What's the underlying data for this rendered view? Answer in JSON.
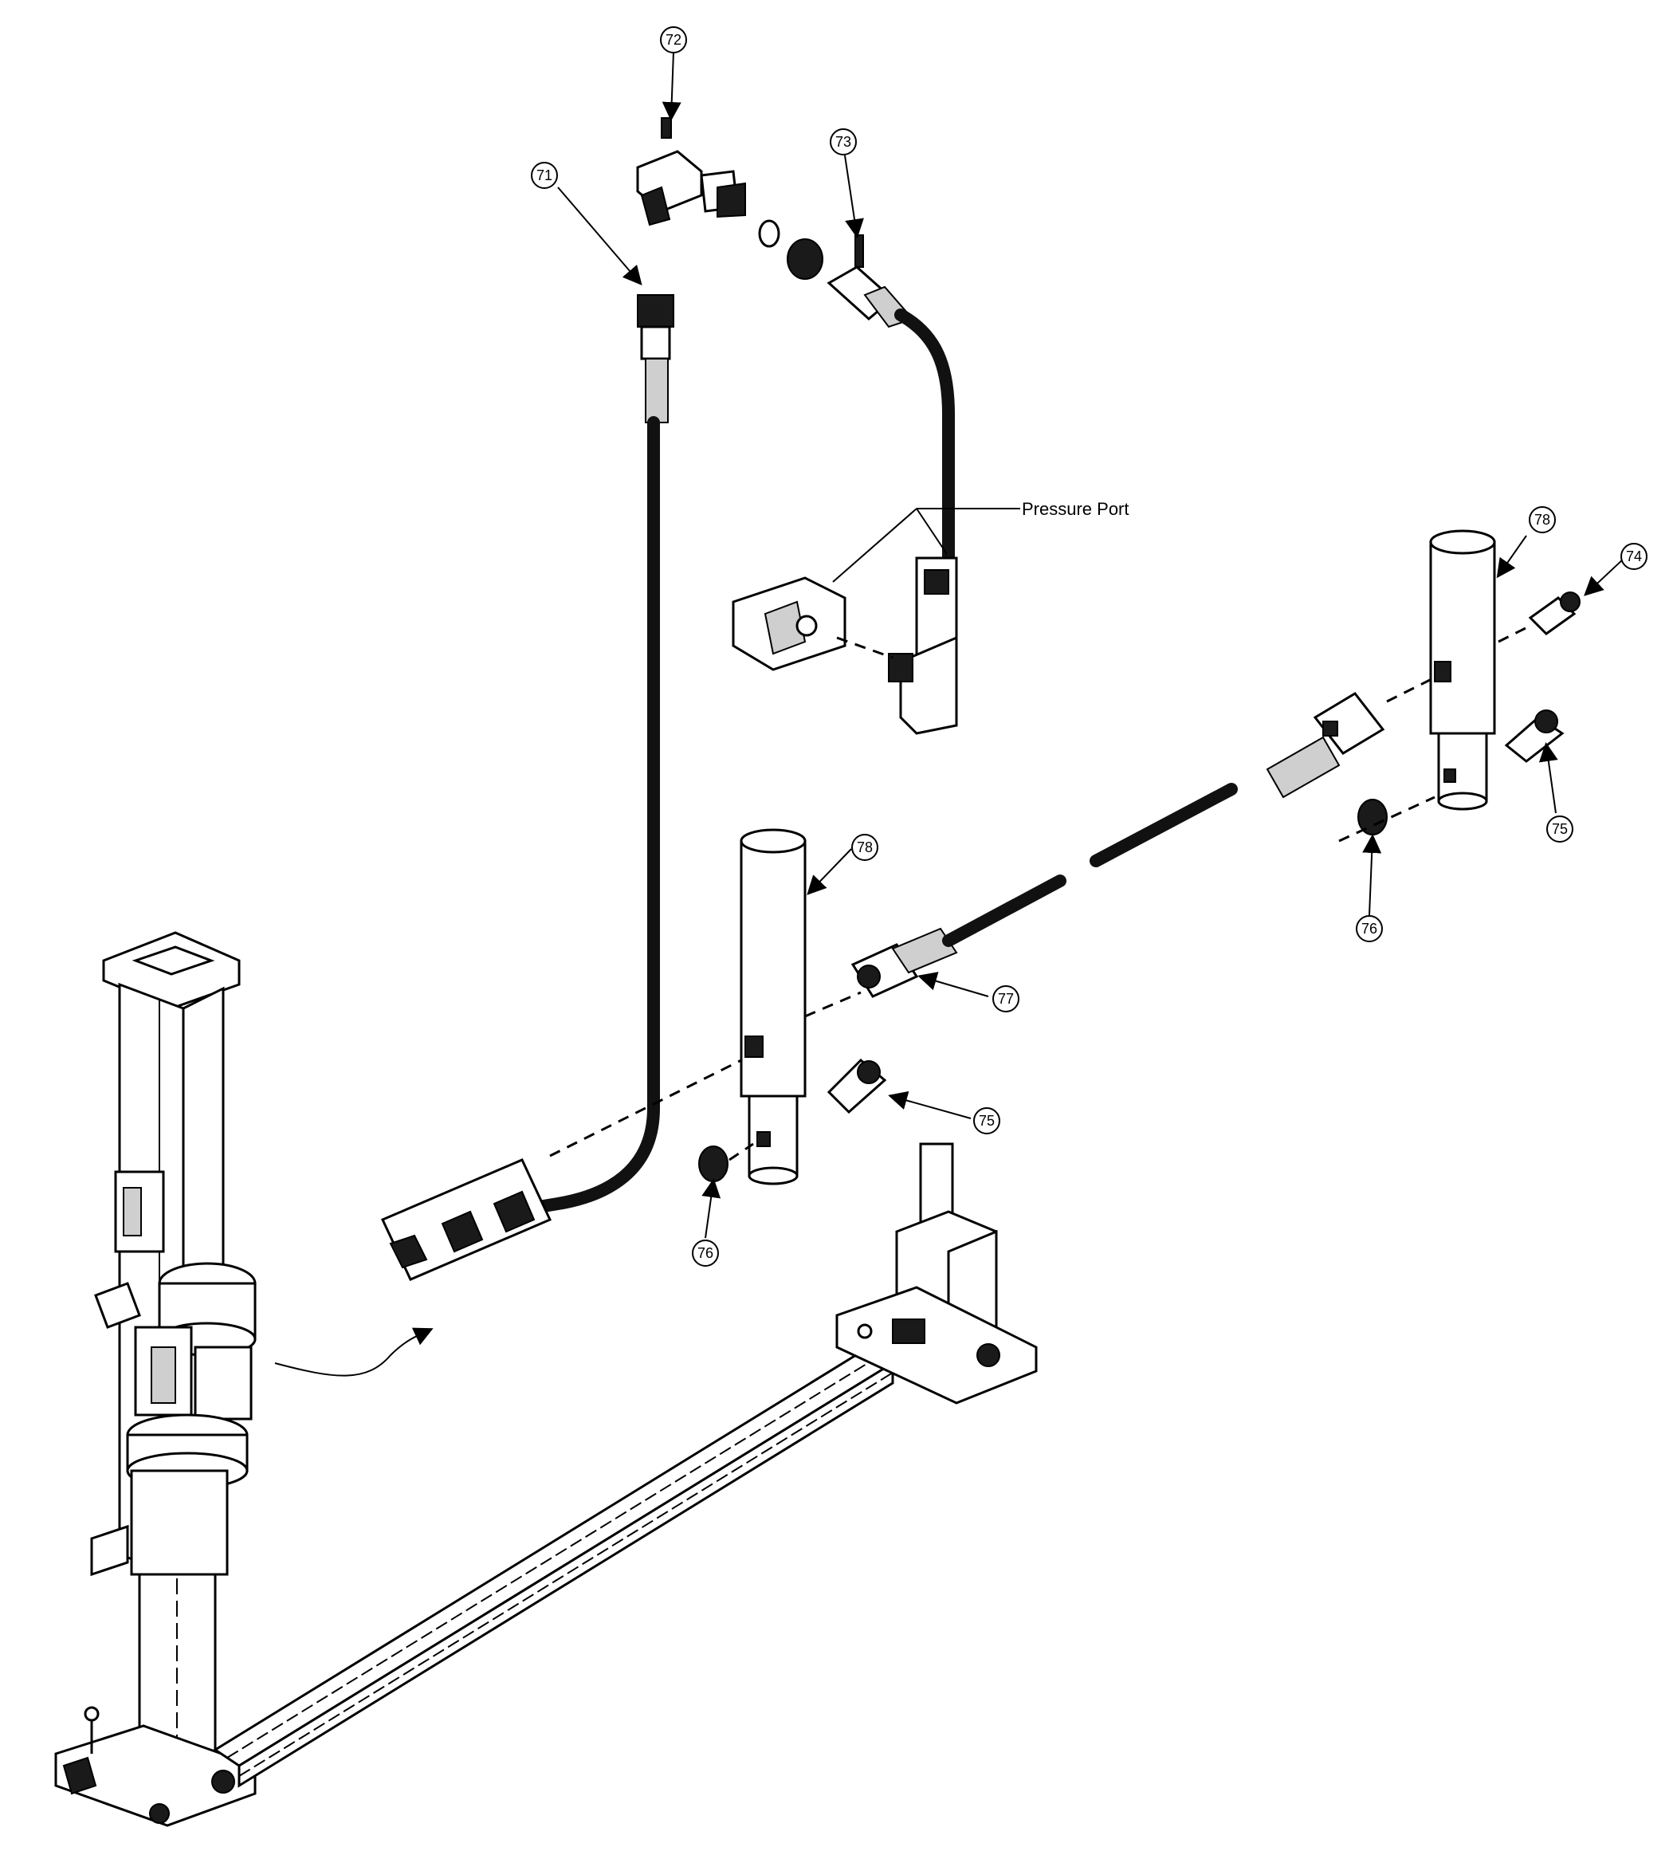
{
  "labels": {
    "pressure_port": "Pressure Port"
  },
  "callouts": {
    "c71": "71",
    "c72": "72",
    "c73": "73",
    "c74": "74",
    "c75a": "75",
    "c75b": "75",
    "c76a": "76",
    "c76b": "76",
    "c77": "77",
    "c78a": "78",
    "c78b": "78"
  }
}
